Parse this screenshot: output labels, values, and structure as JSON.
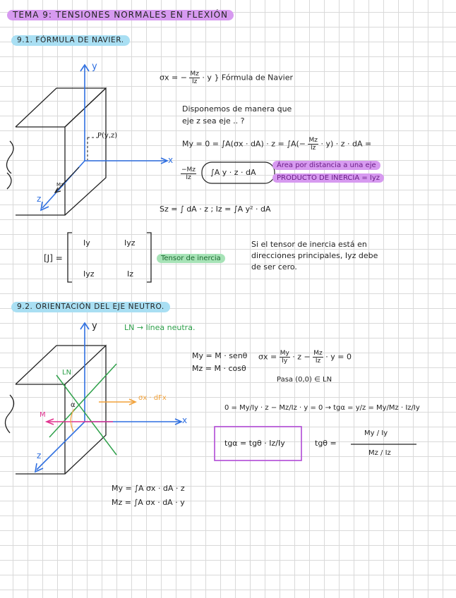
{
  "title": "TEMA 9: TENSIONES NORMALES EN FLEXIÓN",
  "section1": {
    "heading": "9.1. FÓRMULA DE NAVIER.",
    "navier_lhs": "σx = −",
    "navier_num": "Mz",
    "navier_den": "Iz",
    "navier_tail": "· y",
    "navier_label": "} Fórmula de Navier",
    "line2": "Disponemos de manera que",
    "line3": "eje z sea eje .. ?",
    "my_eq_a": "My = 0 = ∫A(σx · dA) · z = ∫A(−",
    "my_eq_num": "Mz",
    "my_eq_den": "Iz",
    "my_eq_b": "· y) · z · dA =",
    "neg_num": "−Mz",
    "neg_den": "Iz",
    "boxed_integral": "∫A y · z · dA",
    "pink_note_1": "Área por distancia a una eje",
    "pink_note_2": "PRODUCTO DE INERCIA = Iyz",
    "sz_eq": "Sz = ∫ dA · z ;  Iz = ∫A y² · dA",
    "matrix_label": "[J] =",
    "matrix_cells": [
      "Iy",
      "Iyz",
      "Iyz",
      "Iz"
    ],
    "tensor_label": "Tensor de inercia",
    "note_1": "Si el tensor de inercia está en",
    "note_2": "direcciones principales, Iyz debe",
    "note_3": "de ser cero.",
    "fig_y": "y",
    "fig_z": "z",
    "fig_x": "x",
    "fig_point": "P(y,z)",
    "fig_moment": "Mz"
  },
  "section2": {
    "heading": "9.2. ORIENTACIÓN DEL EJE NEUTRO.",
    "ln_def": "LN → línea neutra.",
    "my_def": "My = M · senθ",
    "mz_def": "Mz = M · cosθ",
    "sigma_eq_a": "σx =",
    "sigma_num1": "My",
    "sigma_den1": "Iy",
    "sigma_mid": "· z −",
    "sigma_num2": "Mz",
    "sigma_den2": "Iz",
    "sigma_tail": "· y = 0",
    "pass_origin": "Pasa (0,0) ∈ LN",
    "zero_eq": "0 = My/Iy · z − Mz/Iz · y = 0 → tgα = y/z = My/Mz · Iz/Iy",
    "boxed_eq": "tgα = tgθ · Iz/Iy",
    "tg_theta_label": "tgθ =",
    "tg_num": "My / Iy",
    "tg_den": "Mz / Iz",
    "int_my": "My = ∫A σx · dA · z",
    "int_mz": "Mz = ∫A σx · dA · y",
    "fig_y": "y",
    "fig_z": "z",
    "fig_x": "x",
    "fig_ln": "LN",
    "fig_m": "M",
    "fig_alpha": "α",
    "fig_sigma": "σx · dFx"
  },
  "colors": {
    "purple": "#b14ad6",
    "lilac": "#d79af0",
    "green": "#2ea04a",
    "blue": "#2f6fe0",
    "pink": "#e0338f",
    "orange": "#f2a23a"
  }
}
